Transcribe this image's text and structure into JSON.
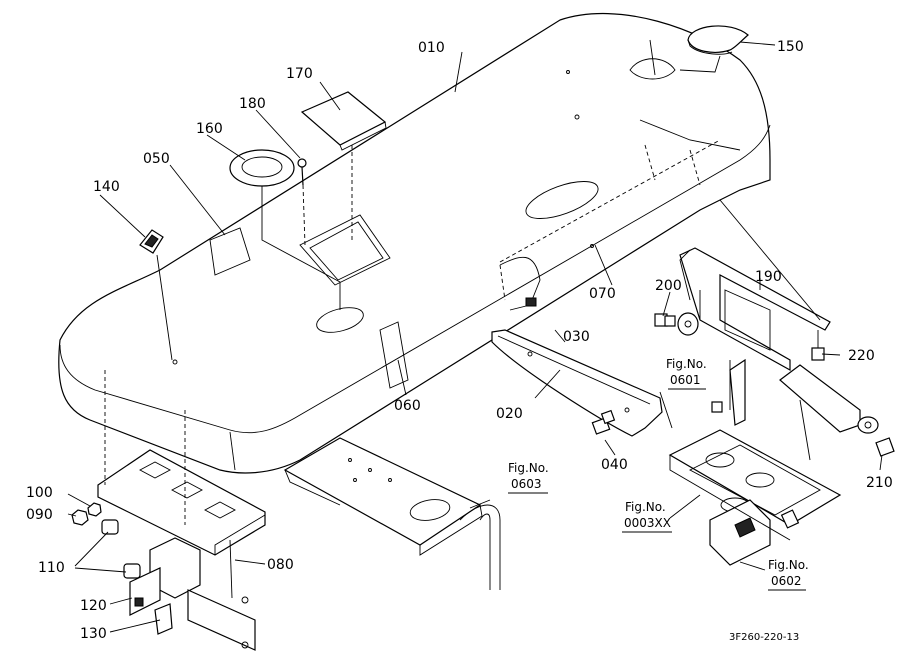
{
  "parts": {
    "p010": "010",
    "p020": "020",
    "p030": "030",
    "p040": "040",
    "p050": "050",
    "p060": "060",
    "p070": "070",
    "p080": "080",
    "p090": "090",
    "p100": "100",
    "p110": "110",
    "p120": "120",
    "p130": "130",
    "p140": "140",
    "p150": "150",
    "p160": "160",
    "p170": "170",
    "p180": "180",
    "p190": "190",
    "p200": "200",
    "p210": "210",
    "p220": "220"
  },
  "refs": {
    "r0601": {
      "line1": "Fig.No.",
      "line2": "0601"
    },
    "r0603": {
      "line1": "Fig.No.",
      "line2": "0603"
    },
    "r0003": {
      "line1": "Fig.No.",
      "line2": "0003XX"
    },
    "r0602": {
      "line1": "Fig.No.",
      "line2": "0602"
    }
  },
  "diagram_code": "3F260-220-13"
}
